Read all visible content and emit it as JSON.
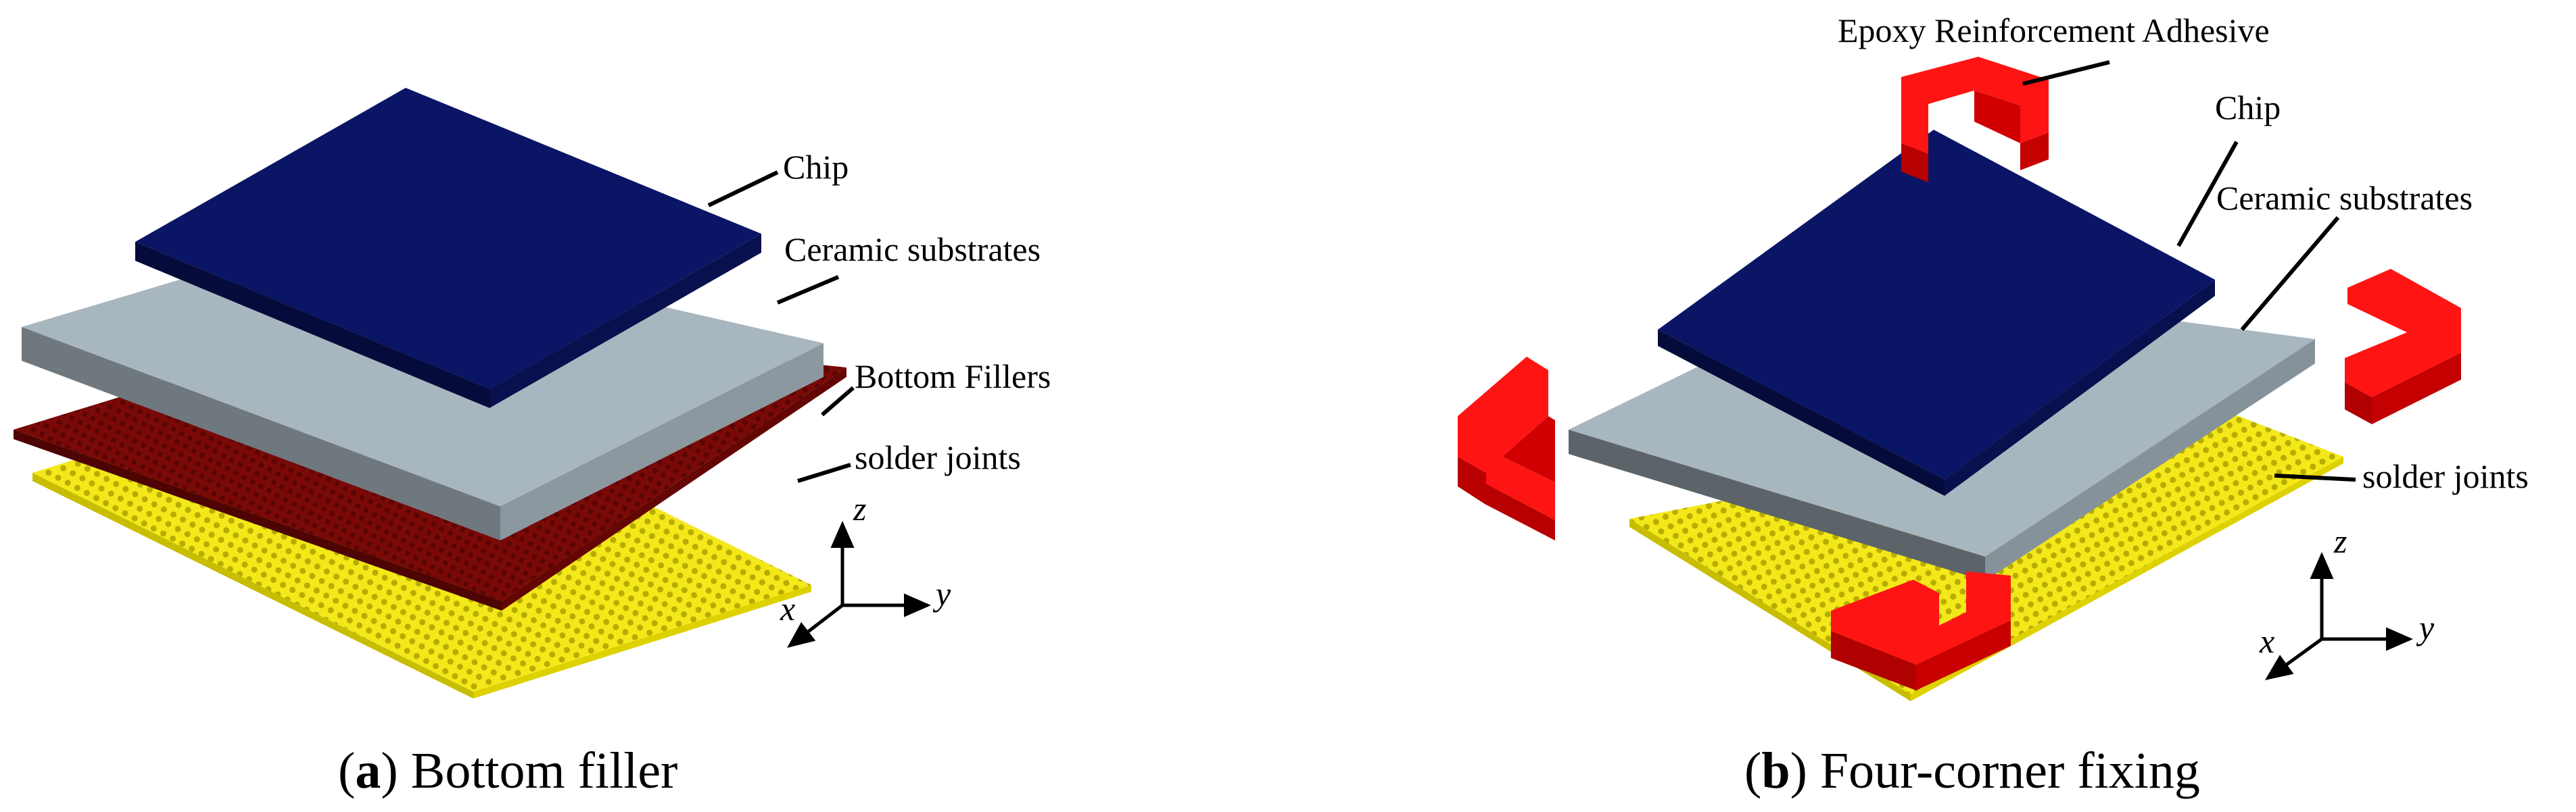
{
  "panel_a": {
    "labels": {
      "chip": "Chip",
      "ceramic": "Ceramic substrates",
      "fillers": "Bottom Fillers",
      "solder": "solder joints"
    },
    "axes": {
      "z": "z",
      "x": "x",
      "y": "y"
    },
    "caption": {
      "letter": "a",
      "text": " Bottom filler"
    }
  },
  "panel_b": {
    "labels": {
      "epoxy": "Epoxy Reinforcement Adhesive",
      "chip": "Chip",
      "ceramic": "Ceramic substrates",
      "solder": "solder joints"
    },
    "axes": {
      "z": "z",
      "x": "x",
      "y": "y"
    },
    "caption": {
      "letter": "b",
      "text": " Four-corner fixing"
    }
  },
  "colors": {
    "chip": "#0b1566",
    "ceramic": "#a8b6bf",
    "filler": "#7a0a07",
    "solder": "#f3e81a",
    "epoxy": "#ff1414"
  }
}
